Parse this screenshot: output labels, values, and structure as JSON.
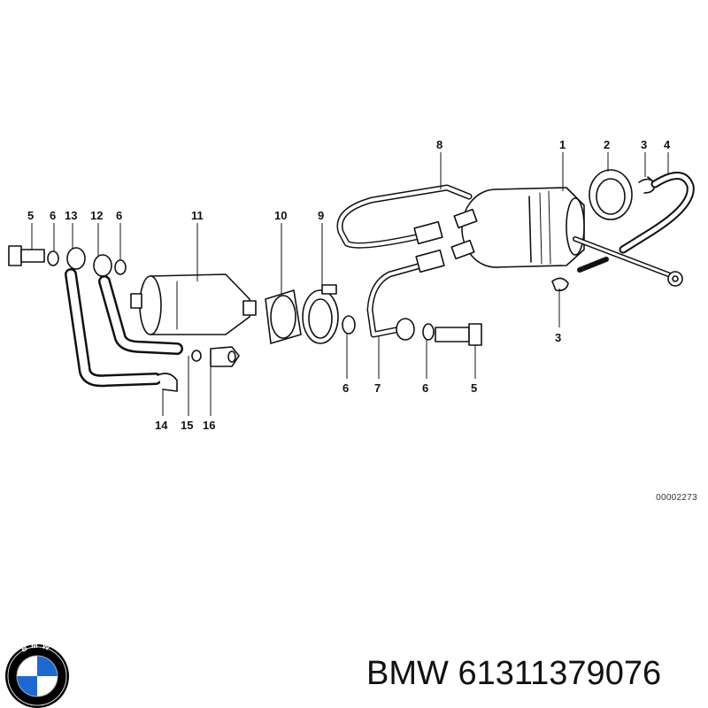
{
  "diagram": {
    "callouts": [
      {
        "id": "c5a",
        "text": "5"
      },
      {
        "id": "c6a",
        "text": "6"
      },
      {
        "id": "c13",
        "text": "13"
      },
      {
        "id": "c12",
        "text": "12"
      },
      {
        "id": "c6b",
        "text": "6"
      },
      {
        "id": "c11",
        "text": "11"
      },
      {
        "id": "c10",
        "text": "10"
      },
      {
        "id": "c9",
        "text": "9"
      },
      {
        "id": "c8",
        "text": "8"
      },
      {
        "id": "c1",
        "text": "1"
      },
      {
        "id": "c2",
        "text": "2"
      },
      {
        "id": "c3a",
        "text": "3"
      },
      {
        "id": "c4",
        "text": "4"
      },
      {
        "id": "c3b",
        "text": "3"
      },
      {
        "id": "c6c",
        "text": "6"
      },
      {
        "id": "c7",
        "text": "7"
      },
      {
        "id": "c6d",
        "text": "6"
      },
      {
        "id": "c5b",
        "text": "5"
      },
      {
        "id": "c14",
        "text": "14"
      },
      {
        "id": "c15",
        "text": "15"
      },
      {
        "id": "c16",
        "text": "16"
      }
    ],
    "reference_code": "00002273"
  },
  "brand": {
    "name": "BMW",
    "part_number": "61311379076",
    "logo_letters": "BMW",
    "logo_colors": {
      "blue": "#1c69d4",
      "white": "#ffffff",
      "ring": "#000000"
    }
  }
}
